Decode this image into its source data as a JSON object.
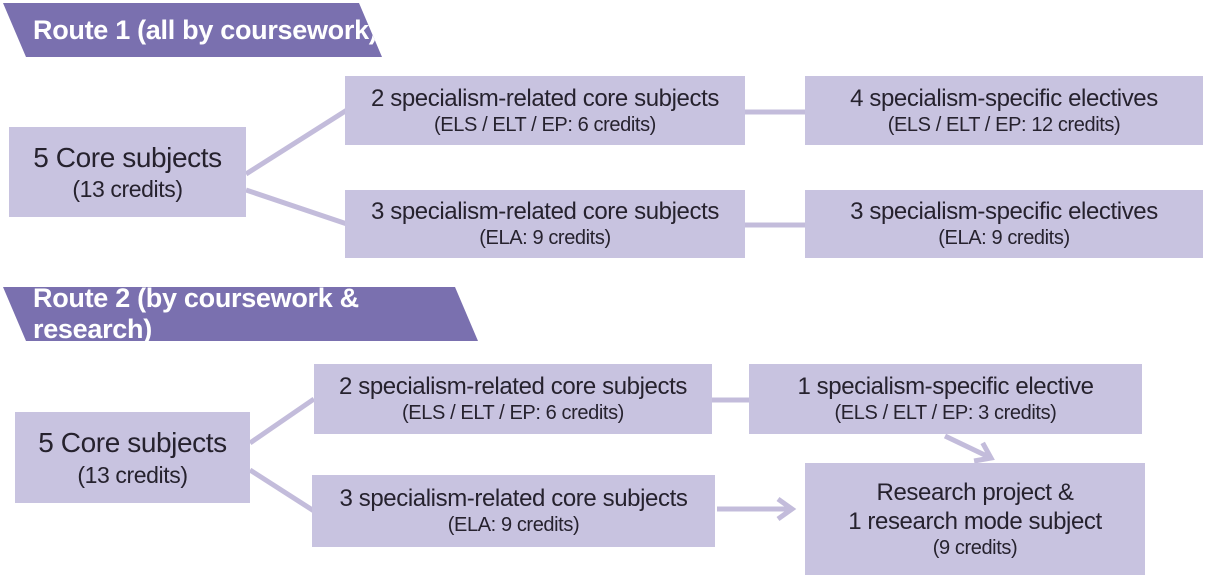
{
  "palette": {
    "page_bg": "#ffffff",
    "banner_bg": "#7a70af",
    "banner_text": "#ffffff",
    "box_bg": "#c8c3e0",
    "line": "#c3bcdb",
    "ink": "#26222e"
  },
  "routes": [
    {
      "banner": "Route 1 (all by coursework)",
      "core": {
        "title": "5 Core subjects",
        "subtitle": "(13 credits)"
      },
      "branches": [
        {
          "mid": {
            "title": "2 specialism-related core subjects",
            "subtitle": "(ELS / ELT / EP: 6 credits)"
          },
          "right": {
            "title": "4 specialism-specific electives",
            "subtitle": "(ELS / ELT / EP: 12 credits)"
          }
        },
        {
          "mid": {
            "title": "3 specialism-related core subjects",
            "subtitle": "(ELA: 9 credits)"
          },
          "right": {
            "title": "3 specialism-specific electives",
            "subtitle": "(ELA: 9 credits)"
          }
        }
      ]
    },
    {
      "banner": "Route 2 (by coursework & research)",
      "core": {
        "title": "5 Core subjects",
        "subtitle": "(13 credits)"
      },
      "branches": [
        {
          "mid": {
            "title": "2 specialism-related core subjects",
            "subtitle": "(ELS / ELT / EP: 6 credits)"
          },
          "right": {
            "title": "1 specialism-specific elective",
            "subtitle": "(ELS / ELT / EP: 3 credits)"
          }
        },
        {
          "mid": {
            "title": "3 specialism-related core subjects",
            "subtitle": "(ELA: 9 credits)"
          }
        }
      ],
      "research": {
        "line1": "Research project &",
        "line2": "1 research mode subject",
        "subtitle": "(9 credits)"
      }
    }
  ]
}
